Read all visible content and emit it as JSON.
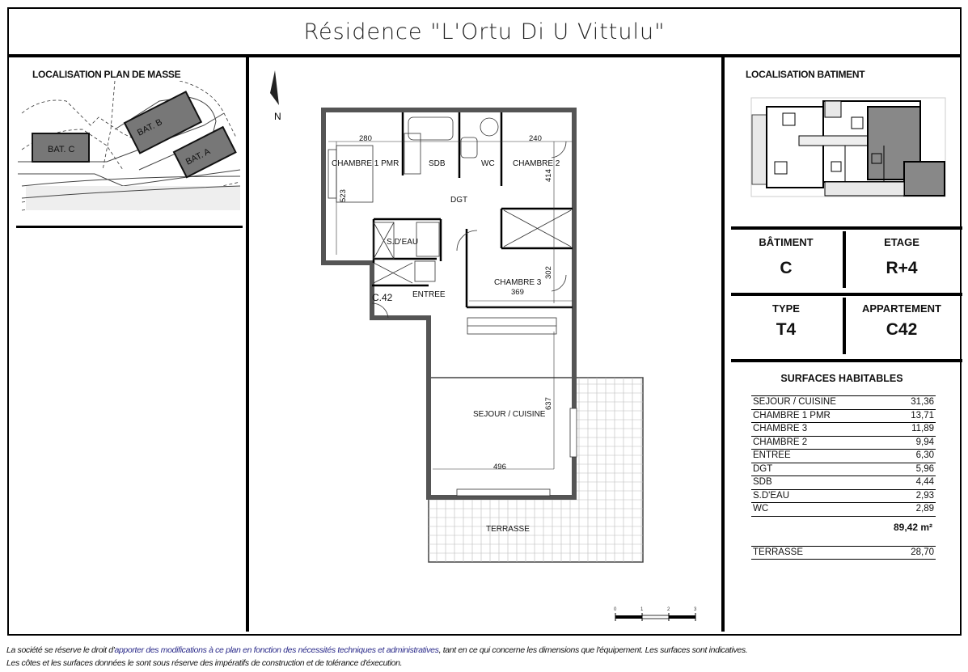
{
  "title": "Résidence \"L'Ortu Di U Vittulu\"",
  "site_plan": {
    "label": "LOCALISATION PLAN DE MASSE",
    "buildings": [
      "BAT. B",
      "BAT. A",
      "BAT. C"
    ]
  },
  "floor_plan": {
    "north": "N",
    "rooms": {
      "chambre1": "CHAMBRE 1 PMR",
      "sdb": "SDB",
      "wc": "WC",
      "chambre2": "CHAMBRE 2",
      "dgt": "DGT",
      "sdeau": "S.D'EAU",
      "chambre3": "CHAMBRE 3",
      "entree": "ENTREE",
      "closet": "C.42",
      "sejour": "SEJOUR / CUISINE",
      "terrasse": "TERRASSE"
    },
    "dimensions": {
      "ch1_width": "280",
      "ch1_depth": "523",
      "ch2_width": "240",
      "ch2_depth": "414",
      "ch3_width": "369",
      "ch3_depth": "302",
      "sejour_width": "496",
      "sejour_depth": "637"
    },
    "scale": [
      "0",
      "1",
      "2",
      "3"
    ]
  },
  "building_locator": {
    "label": "LOCALISATION BATIMENT"
  },
  "info": {
    "batiment_label": "BÂTIMENT",
    "batiment": "C",
    "etage_label": "ETAGE",
    "etage": "R+4",
    "type_label": "TYPE",
    "type": "T4",
    "appartement_label": "APPARTEMENT",
    "appartement": "C42"
  },
  "surfaces": {
    "title": "SURFACES HABITABLES",
    "rows": [
      {
        "room": "SEJOUR / CUISINE",
        "area": "31,36"
      },
      {
        "room": "CHAMBRE 1 PMR",
        "area": "13,71"
      },
      {
        "room": "CHAMBRE 3",
        "area": "11,89"
      },
      {
        "room": "CHAMBRE 2",
        "area": "9,94"
      },
      {
        "room": "ENTREE",
        "area": "6,30"
      },
      {
        "room": "DGT",
        "area": "5,96"
      },
      {
        "room": "SDB",
        "area": "4,44"
      },
      {
        "room": "S.D'EAU",
        "area": "2,93"
      },
      {
        "room": "WC",
        "area": "2,89"
      }
    ],
    "total": "89,42 m²",
    "terrasse": {
      "room": "TERRASSE",
      "area": "28,70"
    }
  },
  "footer": {
    "line1_a": "La société se réserve le droit d'",
    "line1_b": "apporter des modifications à ce plan en fonction des nécessités techniques et administratives",
    "line1_c": ", tant en ce qui concerne les dimensions que l'équipement. Les surfaces sont indicatives.",
    "line2": "Les côtes et les surfaces données le sont sous réserve des impératifs de construction et de tolérance d'éxecution."
  }
}
